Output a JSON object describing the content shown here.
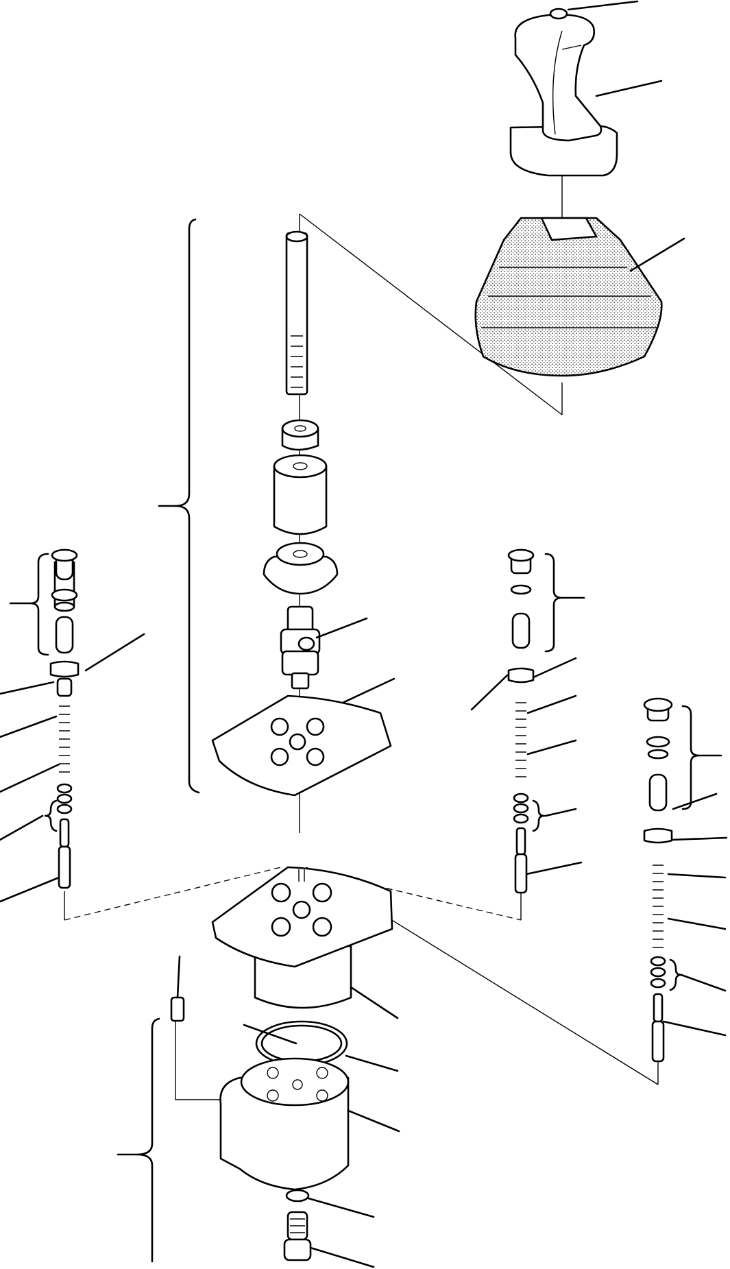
{
  "figure": {
    "kind": "exploded-parts-view",
    "subject": "joystick-control-valve",
    "callouts": 30,
    "colors": {
      "line": "#000000",
      "background": "#ffffff",
      "stipple": "#9a9a9a"
    },
    "icons": [
      "joystick-grip",
      "rubber-boot",
      "control-shaft",
      "lock-nut",
      "coupling",
      "disc-plate",
      "universal-joint",
      "cam-plate",
      "piston-assembly",
      "spring",
      "valve-spool",
      "valve-body",
      "o-ring",
      "plug"
    ]
  }
}
